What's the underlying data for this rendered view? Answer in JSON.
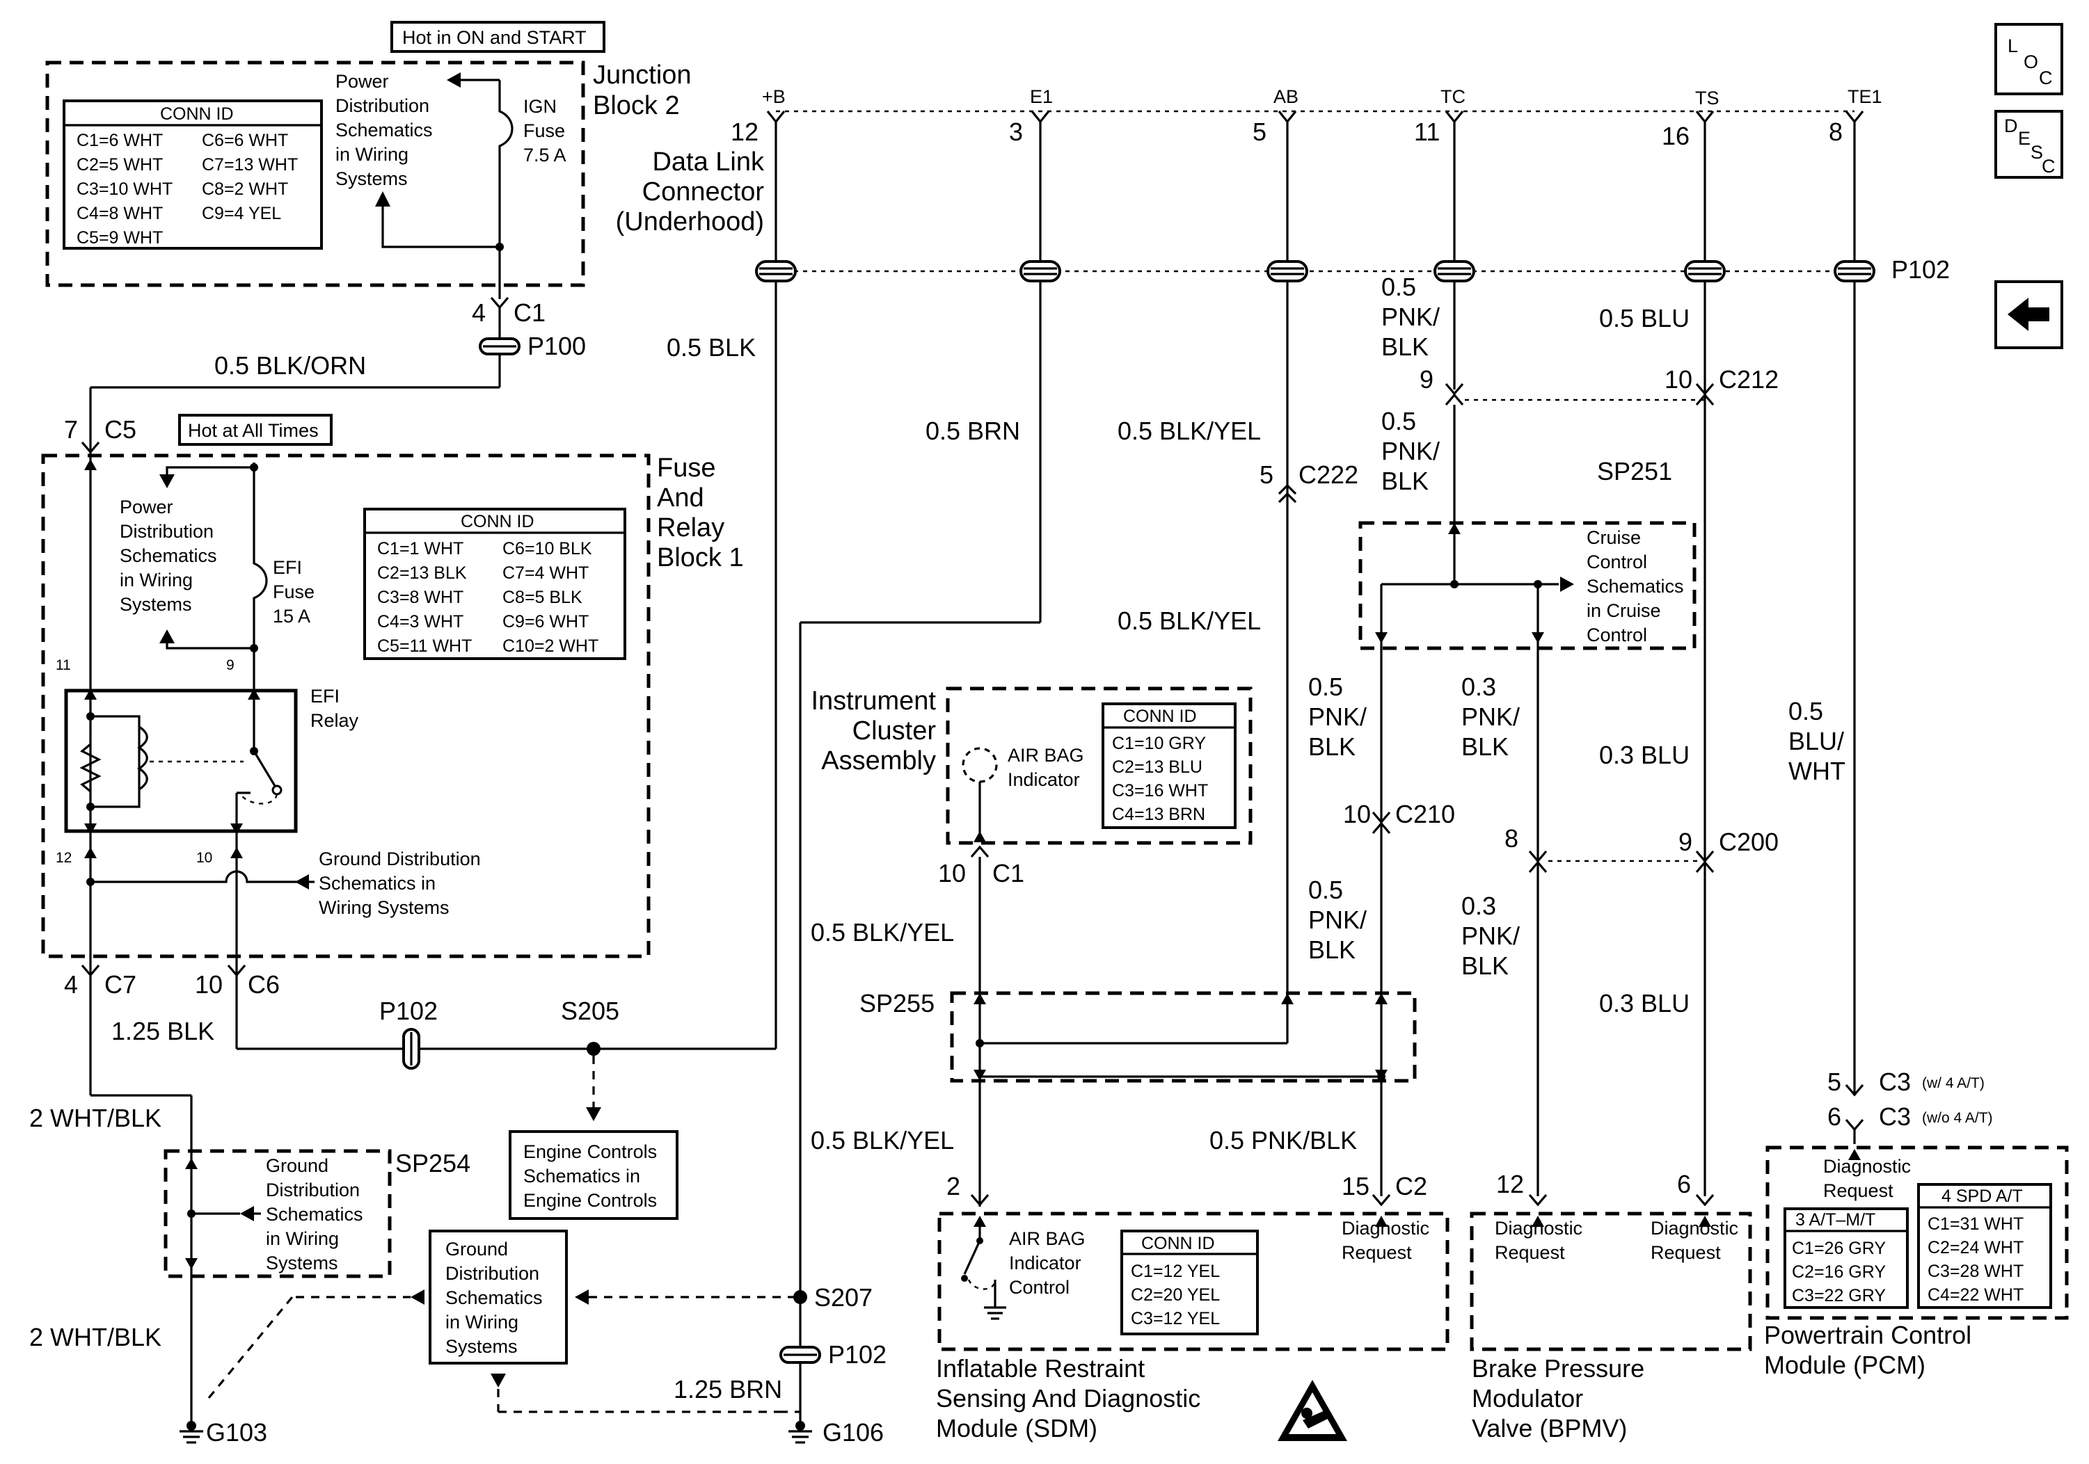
{
  "junction_block": {
    "name": [
      "Junction",
      "Block 2"
    ],
    "hot_label": "Hot in ON and START",
    "pds": [
      "Power",
      "Distribution",
      "Schematics",
      "in Wiring",
      "Systems"
    ],
    "fuse": [
      "IGN",
      "Fuse",
      "7.5 A"
    ],
    "conn_title": "CONN ID",
    "conn_rows": [
      [
        "C1=6 WHT",
        "C6=6 WHT"
      ],
      [
        "C2=5 WHT",
        "C7=13 WHT"
      ],
      [
        "C3=10 WHT",
        "C8=2 WHT"
      ],
      [
        "C4=8 WHT",
        "C9=4 YEL"
      ],
      [
        "C5=9 WHT",
        ""
      ]
    ]
  },
  "fuse_relay_block": {
    "name": [
      "Fuse",
      "And",
      "Relay",
      "Block 1"
    ],
    "hot_label": "Hot at All Times",
    "pds": [
      "Power",
      "Distribution",
      "Schematics",
      "in Wiring",
      "Systems"
    ],
    "fuse": [
      "EFI",
      "Fuse",
      "15 A"
    ],
    "relay": [
      "EFI",
      "Relay"
    ],
    "gds": [
      "Ground Distribution",
      "Schematics in",
      "Wiring Systems"
    ],
    "pins": [
      "11",
      "9",
      "12",
      "10"
    ],
    "conn_title": "CONN ID",
    "conn_rows": [
      [
        "C1=1 WHT",
        "C6=10 BLK"
      ],
      [
        "C2=13 BLK",
        "C7=4 WHT"
      ],
      [
        "C3=8 WHT",
        "C8=5 BLK"
      ],
      [
        "C4=3 WHT",
        "C9=6 WHT"
      ],
      [
        "C5=11 WHT",
        "C10=2 WHT"
      ]
    ]
  },
  "dlc": {
    "name": [
      "Data Link",
      "Connector",
      "(Underhood)"
    ],
    "terminals": [
      {
        "name": "+B",
        "pin": "12"
      },
      {
        "name": "E1",
        "pin": "3"
      },
      {
        "name": "AB",
        "pin": "5"
      },
      {
        "name": "TC",
        "pin": "11"
      },
      {
        "name": "TS",
        "pin": "16"
      },
      {
        "name": "TE1",
        "pin": "8"
      }
    ]
  },
  "wires": {
    "blk_orn": "0.5 BLK/ORN",
    "blk": "0.5 BLK",
    "brn": "0.5 BRN",
    "blk_yel": "0.5 BLK/YEL",
    "pnk_blk": [
      "0.5",
      "PNK/",
      "BLK"
    ],
    "pnk_blk_03": [
      "0.3",
      "PNK/",
      "BLK"
    ],
    "blu": "0.5 BLU",
    "blu_03": "0.3 BLU",
    "blu_wht": [
      "0.5",
      "BLU/",
      "WHT"
    ],
    "blk_125": "1.25 BLK",
    "wht_blk": "2 WHT/BLK",
    "brn_125": "1.25 BRN",
    "pnk_blk_line": "0.5 PNK/BLK"
  },
  "connectors": {
    "c1_jb": {
      "pin": "4",
      "name": "C1"
    },
    "p100": "P100",
    "p102": "P102",
    "c5": {
      "pin": "7",
      "name": "C5"
    },
    "c7": {
      "pin": "4",
      "name": "C7"
    },
    "c6": {
      "pin": "10",
      "name": "C6"
    },
    "c222": {
      "pin": "5",
      "name": "C222"
    },
    "tc_c212": {
      "pin": "9"
    },
    "c212": {
      "pin": "10",
      "name": "C212"
    },
    "c210": {
      "pin": "10",
      "name": "C210"
    },
    "c200_8": {
      "pin": "8"
    },
    "c200": {
      "pin": "9",
      "name": "C200"
    },
    "c1_ic": {
      "pin": "10",
      "name": "C1"
    },
    "sdm_2": {
      "pin": "2"
    },
    "c2": {
      "pin": "15",
      "name": "C2"
    },
    "bpmv_12": {
      "pin": "12"
    },
    "bpmv_6": {
      "pin": "6"
    },
    "c3_a": {
      "pin": "5",
      "name": "C3",
      "note": "(w/ 4 A/T)"
    },
    "c3_b": {
      "pin": "6",
      "name": "C3",
      "note": "(w/o 4 A/T)"
    }
  },
  "splices": {
    "s205": "S205",
    "s207": "S207",
    "sp251": "SP251",
    "sp254": "SP254",
    "sp255": "SP255"
  },
  "grounds": {
    "g103": "G103",
    "g106": "G106"
  },
  "boxes": {
    "engine_controls": [
      "Engine Controls",
      "Schematics in",
      "Engine Controls"
    ],
    "gds_ground": [
      "Ground",
      "Distribution",
      "Schematics",
      "in Wiring",
      "Systems"
    ],
    "gds_sp254": [
      "Ground",
      "Distribution",
      "Schematics",
      "in Wiring",
      "Systems"
    ],
    "cruise": [
      "Cruise",
      "Control",
      "Schematics",
      "in Cruise",
      "Control"
    ]
  },
  "instrument_cluster": {
    "name": [
      "Instrument",
      "Cluster",
      "Assembly"
    ],
    "indicator": [
      "AIR BAG",
      "Indicator"
    ],
    "conn_title": "CONN ID",
    "conn_rows": [
      "C1=10 GRY",
      "C2=13 BLU",
      "C3=16 WHT",
      "C4=13 BRN"
    ]
  },
  "sdm": {
    "name": [
      "Inflatable Restraint",
      "Sensing And Diagnostic",
      "Module (SDM)"
    ],
    "control": [
      "AIR BAG",
      "Indicator",
      "Control"
    ],
    "diag": [
      "Diagnostic",
      "Request"
    ],
    "conn_title": "CONN ID",
    "conn_rows": [
      "C1=12 YEL",
      "C2=20 YEL",
      "C3=12 YEL"
    ]
  },
  "bpmv": {
    "name": [
      "Brake Pressure",
      "Modulator",
      "Valve (BPMV)"
    ],
    "diag_left": [
      "Diagnostic",
      "Request"
    ],
    "diag_right": [
      "Diagnostic",
      "Request"
    ]
  },
  "pcm": {
    "name": [
      "Powertrain Control",
      "Module (PCM)"
    ],
    "diag": [
      "Diagnostic",
      "Request"
    ],
    "table_a_title": "3 A/T–M/T",
    "table_a_rows": [
      "C1=26 GRY",
      "C2=16 GRY",
      "C3=22 GRY"
    ],
    "table_b_title": "4 SPD A/T",
    "table_b_rows": [
      "C1=31 WHT",
      "C2=24 WHT",
      "C3=28 WHT",
      "C4=22 WHT"
    ]
  },
  "nav": {
    "loc": [
      "L",
      "O",
      "C"
    ],
    "desc": [
      "D",
      "E",
      "S",
      "C"
    ],
    "back_icon": "left-arrow-icon"
  }
}
